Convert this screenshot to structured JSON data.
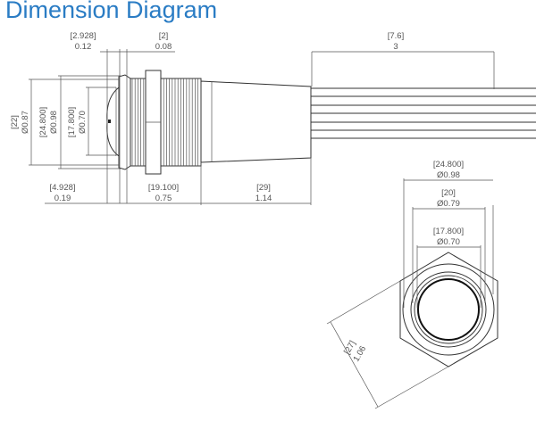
{
  "title": "Dimension Diagram",
  "side_view": {
    "top_dims": [
      {
        "mm": "[2.928]",
        "in": "0.12"
      },
      {
        "mm": "[2]",
        "in": "0.08"
      },
      {
        "mm": "[7.6]",
        "in": "3"
      }
    ],
    "left_dims": [
      {
        "mm": "[22]",
        "in": "Ø0.87"
      },
      {
        "mm": "[24.800]",
        "in": "Ø0.98"
      },
      {
        "mm": "[17.800]",
        "in": "Ø0.70"
      }
    ],
    "bottom_dims": [
      {
        "mm": "[4.928]",
        "in": "0.19"
      },
      {
        "mm": "[19.100]",
        "in": "0.75"
      },
      {
        "mm": "[29]",
        "in": "1.14"
      }
    ]
  },
  "front_view": {
    "dims": [
      {
        "mm": "[24.800]",
        "in": "Ø0.98"
      },
      {
        "mm": "[20]",
        "in": "Ø0.79"
      },
      {
        "mm": "[17.800]",
        "in": "Ø0.70"
      }
    ],
    "hex_dim": {
      "mm": "[27]",
      "in": "1.06"
    }
  }
}
